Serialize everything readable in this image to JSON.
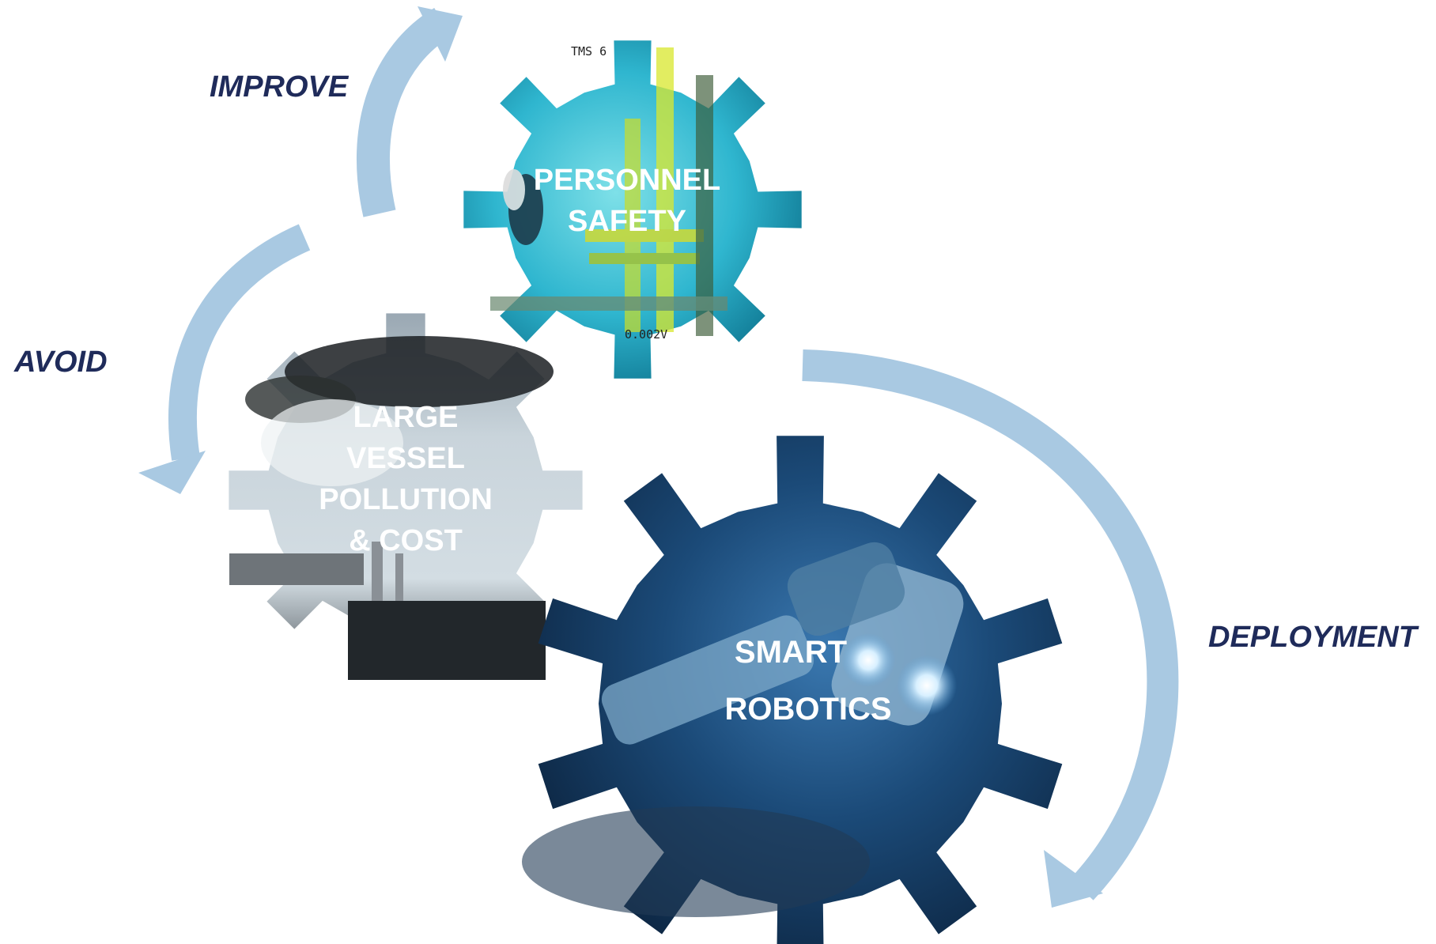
{
  "labels": {
    "improve": "IMPROVE",
    "avoid": "AVOID",
    "deployment": "DEPLOYMENT"
  },
  "gears": {
    "personnel": {
      "line1": "PERSONNEL",
      "line2": "SAFETY",
      "overlay": "TMS 6",
      "overlay2": "0.002V"
    },
    "vessel": {
      "line1": "LARGE",
      "line2": "VESSEL",
      "line3": "POLLUTION",
      "line4": "& COST"
    },
    "robotics": {
      "line1": "SMART",
      "line2": "ROBOTICS"
    }
  },
  "colors": {
    "arrow": "#a9c9e2",
    "label": "#1f2b5a",
    "personnel_water": "#33c1d8",
    "vessel_sky": "#b8c6cf",
    "robotics_deep": "#0e2a4a"
  }
}
